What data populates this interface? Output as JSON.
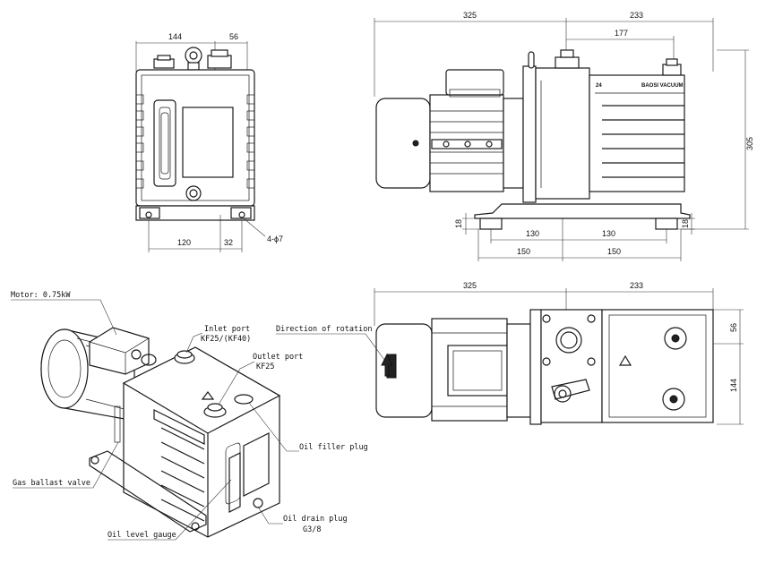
{
  "dimensions": {
    "front_width": "144",
    "front_offset": "56",
    "front_foot_span": "120",
    "front_foot_offset": "32",
    "holes": "4-ϕ7",
    "side_motor_length": "325",
    "side_pump_length": "233",
    "side_outlet_offset": "177",
    "side_height": "305",
    "side_foot_height_left": "18",
    "side_foot_height_right": "18",
    "side_foot_left_inner": "130",
    "side_foot_right_inner": "130",
    "side_foot_left_outer": "150",
    "side_foot_right_outer": "150",
    "top_motor_length": "325",
    "top_pump_length": "233",
    "top_offset": "56",
    "top_width": "144"
  },
  "labels": {
    "motor": "Motor: 0.75kW",
    "inlet_port": "Inlet port",
    "inlet_size": "KF25/(KF40)",
    "outlet_port": "Outlet port",
    "outlet_size": "KF25",
    "direction": "Direction of rotation",
    "oil_filler": "Oil filler plug",
    "gas_ballast": "Gas ballast valve",
    "oil_level": "Oil level gauge",
    "oil_drain": "Oil drain plug",
    "oil_drain_size": "G3/8"
  },
  "brand": "BAOSI VACUUM",
  "model": "24"
}
